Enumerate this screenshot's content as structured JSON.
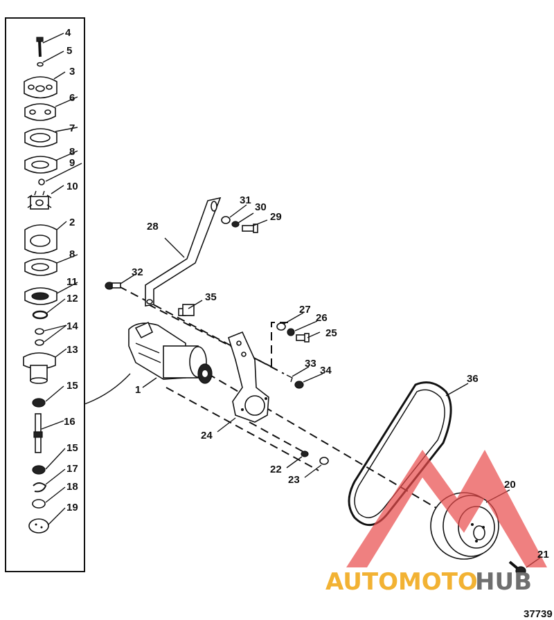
{
  "figure_number": "37739",
  "callouts": [
    "1",
    "2",
    "3",
    "4",
    "5",
    "6",
    "7",
    "8",
    "8",
    "9",
    "10",
    "11",
    "12",
    "13",
    "14",
    "15",
    "15",
    "16",
    "17",
    "18",
    "19",
    "20",
    "21",
    "22",
    "23",
    "24",
    "25",
    "26",
    "27",
    "28",
    "29",
    "30",
    "31",
    "32",
    "33",
    "34",
    "35",
    "36"
  ],
  "watermark": {
    "brand_part1": "AUTOMOTO",
    "brand_part2": "HUB",
    "color_orange": "#f2b233",
    "color_gray": "#6f6f6f",
    "logo_color": "#e84a4a"
  },
  "colors": {
    "line": "#111111",
    "background": "#ffffff"
  }
}
